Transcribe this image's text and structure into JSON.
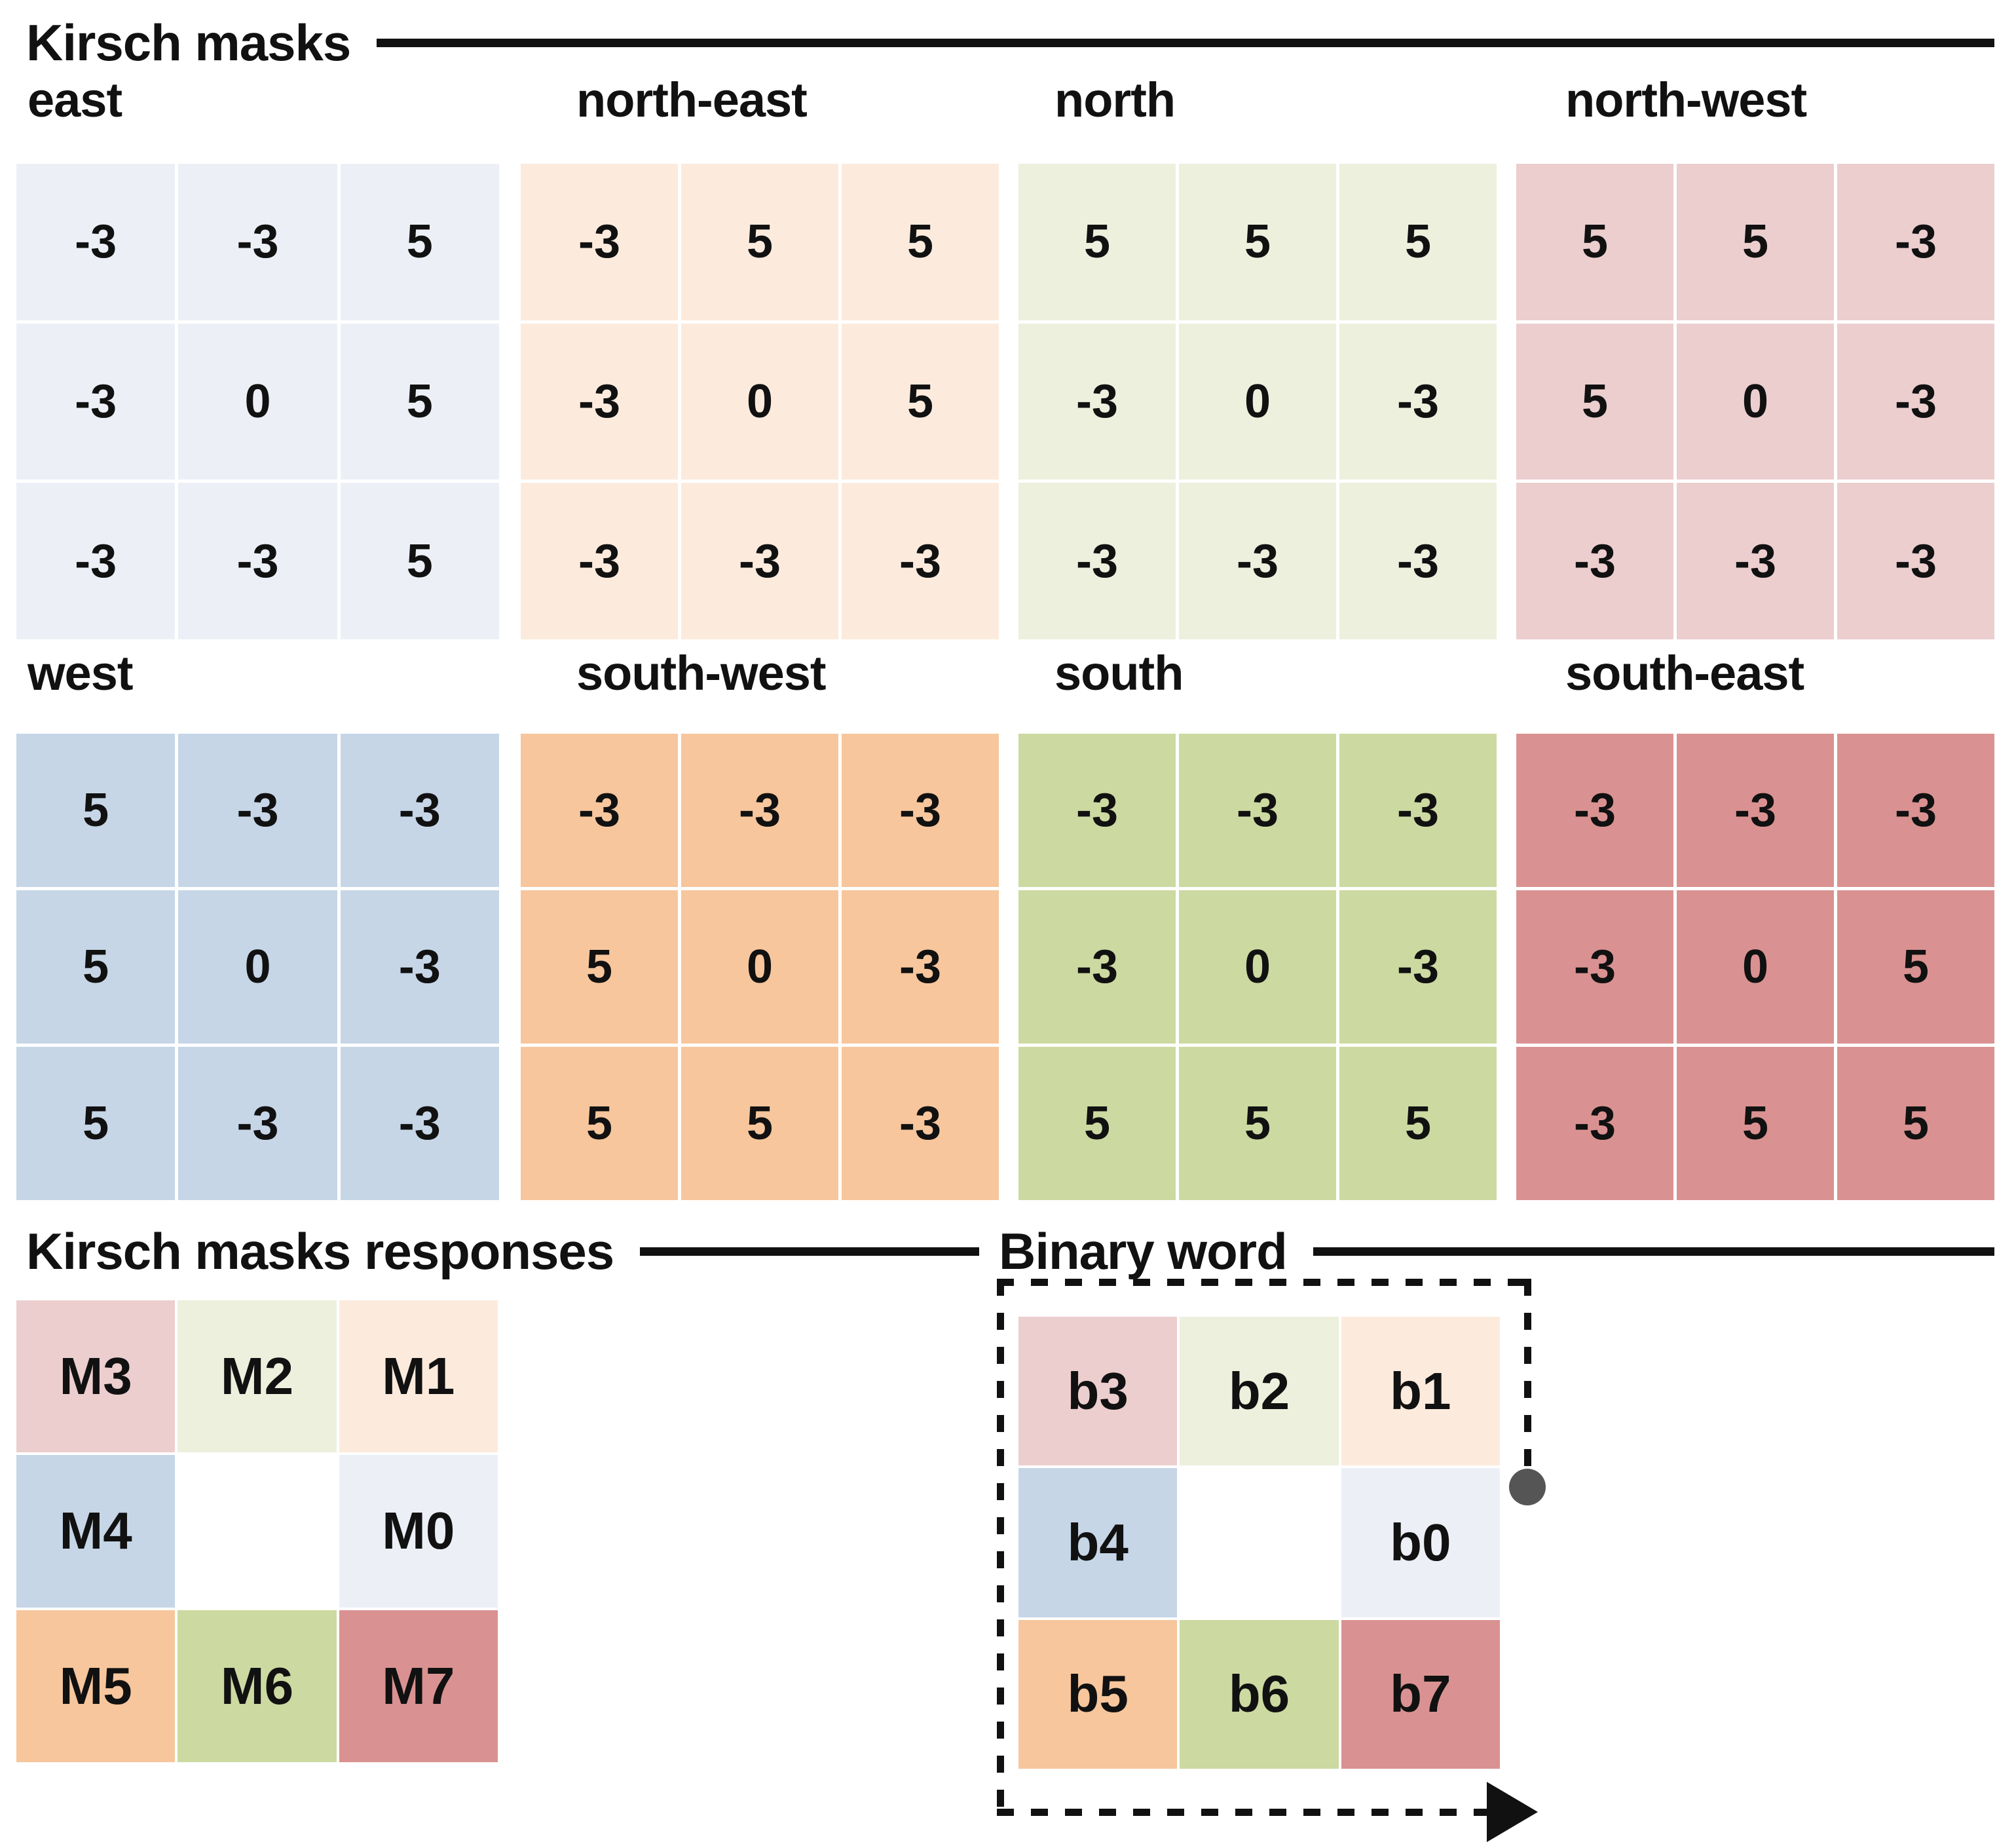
{
  "sections": {
    "masks_title": "Kirsch masks",
    "responses_title": "Kirsch masks responses",
    "binary_title": "Binary word"
  },
  "colors": {
    "east": "#ecf0f6",
    "north_east": "#fcebdd",
    "north": "#ecf0dd",
    "north_west": "#eccecf",
    "west": "#c6d6e7",
    "south_west": "#f7c69c",
    "south": "#ccd9a1",
    "south_east": "#d99291",
    "empty": "#ffffff",
    "ink": "#111111",
    "dot": "#555555"
  },
  "masks": [
    {
      "id": "east",
      "label": "east",
      "color_key": "east",
      "values": [
        [
          "-3",
          "-3",
          "5"
        ],
        [
          "-3",
          "0",
          "5"
        ],
        [
          "-3",
          "-3",
          "5"
        ]
      ]
    },
    {
      "id": "north-east",
      "label": "north-east",
      "color_key": "north_east",
      "values": [
        [
          "-3",
          "5",
          "5"
        ],
        [
          "-3",
          "0",
          "5"
        ],
        [
          "-3",
          "-3",
          "-3"
        ]
      ]
    },
    {
      "id": "north",
      "label": "north",
      "color_key": "north",
      "values": [
        [
          "5",
          "5",
          "5"
        ],
        [
          "-3",
          "0",
          "-3"
        ],
        [
          "-3",
          "-3",
          "-3"
        ]
      ]
    },
    {
      "id": "north-west",
      "label": "north-west",
      "color_key": "north_west",
      "values": [
        [
          "5",
          "5",
          "-3"
        ],
        [
          "5",
          "0",
          "-3"
        ],
        [
          "-3",
          "-3",
          "-3"
        ]
      ]
    },
    {
      "id": "west",
      "label": "west",
      "color_key": "west",
      "values": [
        [
          "5",
          "-3",
          "-3"
        ],
        [
          "5",
          "0",
          "-3"
        ],
        [
          "5",
          "-3",
          "-3"
        ]
      ]
    },
    {
      "id": "south-west",
      "label": "south-west",
      "color_key": "south_west",
      "values": [
        [
          "-3",
          "-3",
          "-3"
        ],
        [
          "5",
          "0",
          "-3"
        ],
        [
          "5",
          "5",
          "-3"
        ]
      ]
    },
    {
      "id": "south",
      "label": "south",
      "color_key": "south",
      "values": [
        [
          "-3",
          "-3",
          "-3"
        ],
        [
          "-3",
          "0",
          "-3"
        ],
        [
          "5",
          "5",
          "5"
        ]
      ]
    },
    {
      "id": "south-east",
      "label": "south-east",
      "color_key": "south_east",
      "values": [
        [
          "-3",
          "-3",
          "-3"
        ],
        [
          "-3",
          "0",
          "5"
        ],
        [
          "-3",
          "5",
          "5"
        ]
      ]
    }
  ],
  "responses": {
    "cells": [
      {
        "label": "M3",
        "color_key": "north_west"
      },
      {
        "label": "M2",
        "color_key": "north"
      },
      {
        "label": "M1",
        "color_key": "north_east"
      },
      {
        "label": "M4",
        "color_key": "west"
      },
      {
        "label": "",
        "color_key": "empty"
      },
      {
        "label": "M0",
        "color_key": "east"
      },
      {
        "label": "M5",
        "color_key": "south_west"
      },
      {
        "label": "M6",
        "color_key": "south"
      },
      {
        "label": "M7",
        "color_key": "south_east"
      }
    ]
  },
  "binary_word": {
    "cells": [
      {
        "label": "b3",
        "color_key": "north_west"
      },
      {
        "label": "b2",
        "color_key": "north"
      },
      {
        "label": "b1",
        "color_key": "north_east"
      },
      {
        "label": "b4",
        "color_key": "west"
      },
      {
        "label": "",
        "color_key": "empty"
      },
      {
        "label": "b0",
        "color_key": "east"
      },
      {
        "label": "b5",
        "color_key": "south_west"
      },
      {
        "label": "b6",
        "color_key": "south"
      },
      {
        "label": "b7",
        "color_key": "south_east"
      }
    ]
  }
}
